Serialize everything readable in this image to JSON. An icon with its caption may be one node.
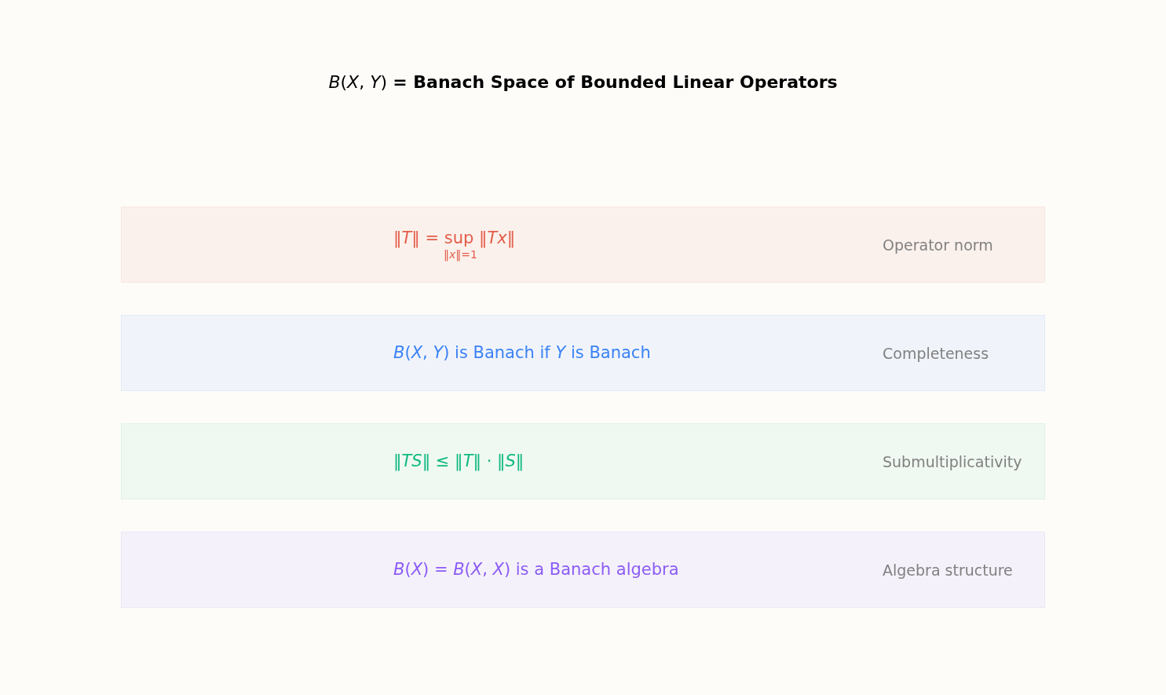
{
  "diagram": {
    "title": "*B*(*X*, *Y*) **= Banach Space of Bounded Linear Operators**",
    "nodes": [
      {
        "text": [
          "‖*T*‖ = sup ‖*Tx*‖",
          "‖*x*‖=1",
          "Operator norm"
        ]
      },
      {
        "text": [
          "*B*(*X*, *Y*) is Banach if *Y* is Banach",
          "Completeness"
        ]
      },
      {
        "text": [
          "‖*TS*‖ ≤ ‖*T*‖ · ‖*S*‖",
          "Submultiplicativity"
        ]
      },
      {
        "text": [
          "*B*(*X*) = *B*(*X*, *X*) is a Banach algebra",
          "Algebra structure"
        ]
      }
    ]
  }
}
